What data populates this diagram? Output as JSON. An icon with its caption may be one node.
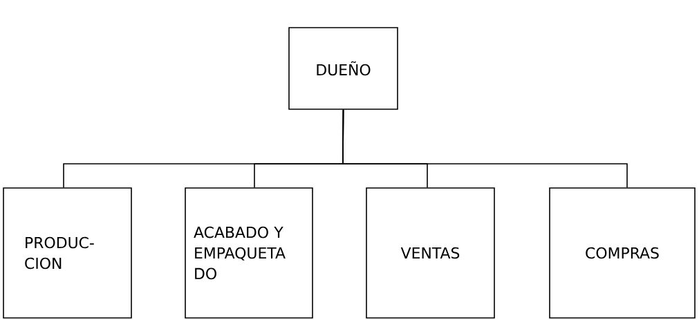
{
  "diagram": {
    "nodes": [
      {
        "text": [
          "DUEÑO"
        ]
      },
      {
        "text": [
          "PRODUC- CION"
        ]
      },
      {
        "text": [
          "ACABADO Y EMPAQUETA DO"
        ]
      },
      {
        "text": [
          "VENTAS"
        ]
      },
      {
        "text": [
          "COMPRAS"
        ]
      }
    ],
    "edges": [
      {
        "from": 0,
        "to": 1,
        "arrow": "none"
      },
      {
        "from": 0,
        "to": 2,
        "arrow": "none"
      },
      {
        "from": 0,
        "to": 3,
        "arrow": "none"
      },
      {
        "from": 0,
        "to": 4,
        "arrow": "none"
      }
    ]
  }
}
